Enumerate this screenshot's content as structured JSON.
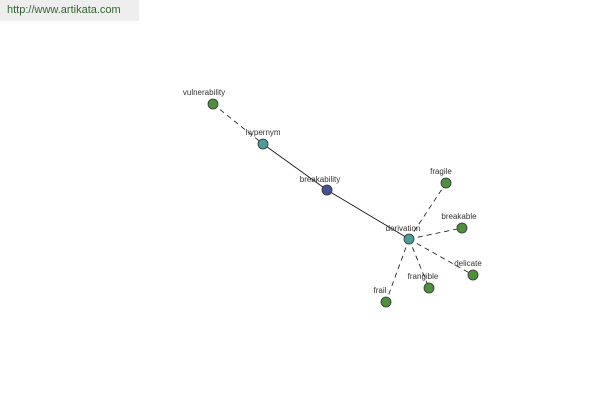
{
  "header": {
    "url": "http://www.artikata.com"
  },
  "colors": {
    "leaf": "#4f8f3e",
    "relation": "#4f9a9a",
    "center": "#46528f",
    "node_stroke": "#333333",
    "edge": "#111111"
  },
  "graph": {
    "nodes": [
      {
        "id": "vulnerability",
        "label": "vulnerability",
        "kind": "leaf"
      },
      {
        "id": "hypernym",
        "label": "hypernym",
        "kind": "relation"
      },
      {
        "id": "breakability",
        "label": "breakability",
        "kind": "center"
      },
      {
        "id": "derivation",
        "label": "derivation",
        "kind": "relation"
      },
      {
        "id": "fragile",
        "label": "fragile",
        "kind": "leaf"
      },
      {
        "id": "breakable",
        "label": "breakable",
        "kind": "leaf"
      },
      {
        "id": "delicate",
        "label": "delicate",
        "kind": "leaf"
      },
      {
        "id": "frangible",
        "label": "frangible",
        "kind": "leaf"
      },
      {
        "id": "frail",
        "label": "frail",
        "kind": "leaf"
      }
    ],
    "edges": [
      {
        "from": "vulnerability",
        "to": "hypernym",
        "style": "dashed"
      },
      {
        "from": "hypernym",
        "to": "breakability",
        "style": "solid"
      },
      {
        "from": "breakability",
        "to": "derivation",
        "style": "solid"
      },
      {
        "from": "derivation",
        "to": "fragile",
        "style": "dashed"
      },
      {
        "from": "derivation",
        "to": "breakable",
        "style": "dashed"
      },
      {
        "from": "derivation",
        "to": "delicate",
        "style": "dashed"
      },
      {
        "from": "derivation",
        "to": "frangible",
        "style": "dashed"
      },
      {
        "from": "derivation",
        "to": "frail",
        "style": "dashed"
      }
    ]
  }
}
